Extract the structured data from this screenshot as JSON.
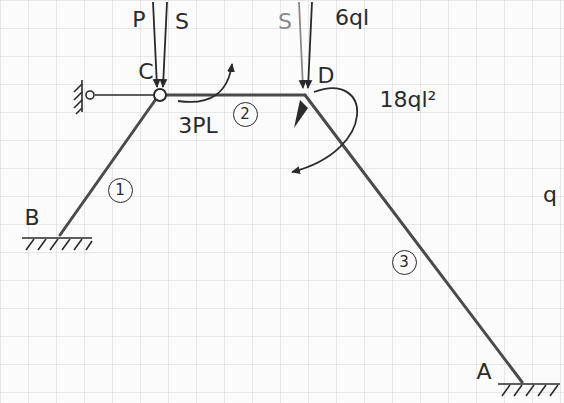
{
  "diagram": {
    "nodes": [
      {
        "text": [
          "1"
        ]
      },
      {
        "text": [
          "2"
        ]
      },
      {
        "text": [
          "3"
        ]
      }
    ],
    "labels": [
      "P",
      "S",
      "C",
      "D",
      "S",
      "6ql",
      "3PL",
      "18ql²",
      "B",
      "A",
      "q"
    ]
  }
}
